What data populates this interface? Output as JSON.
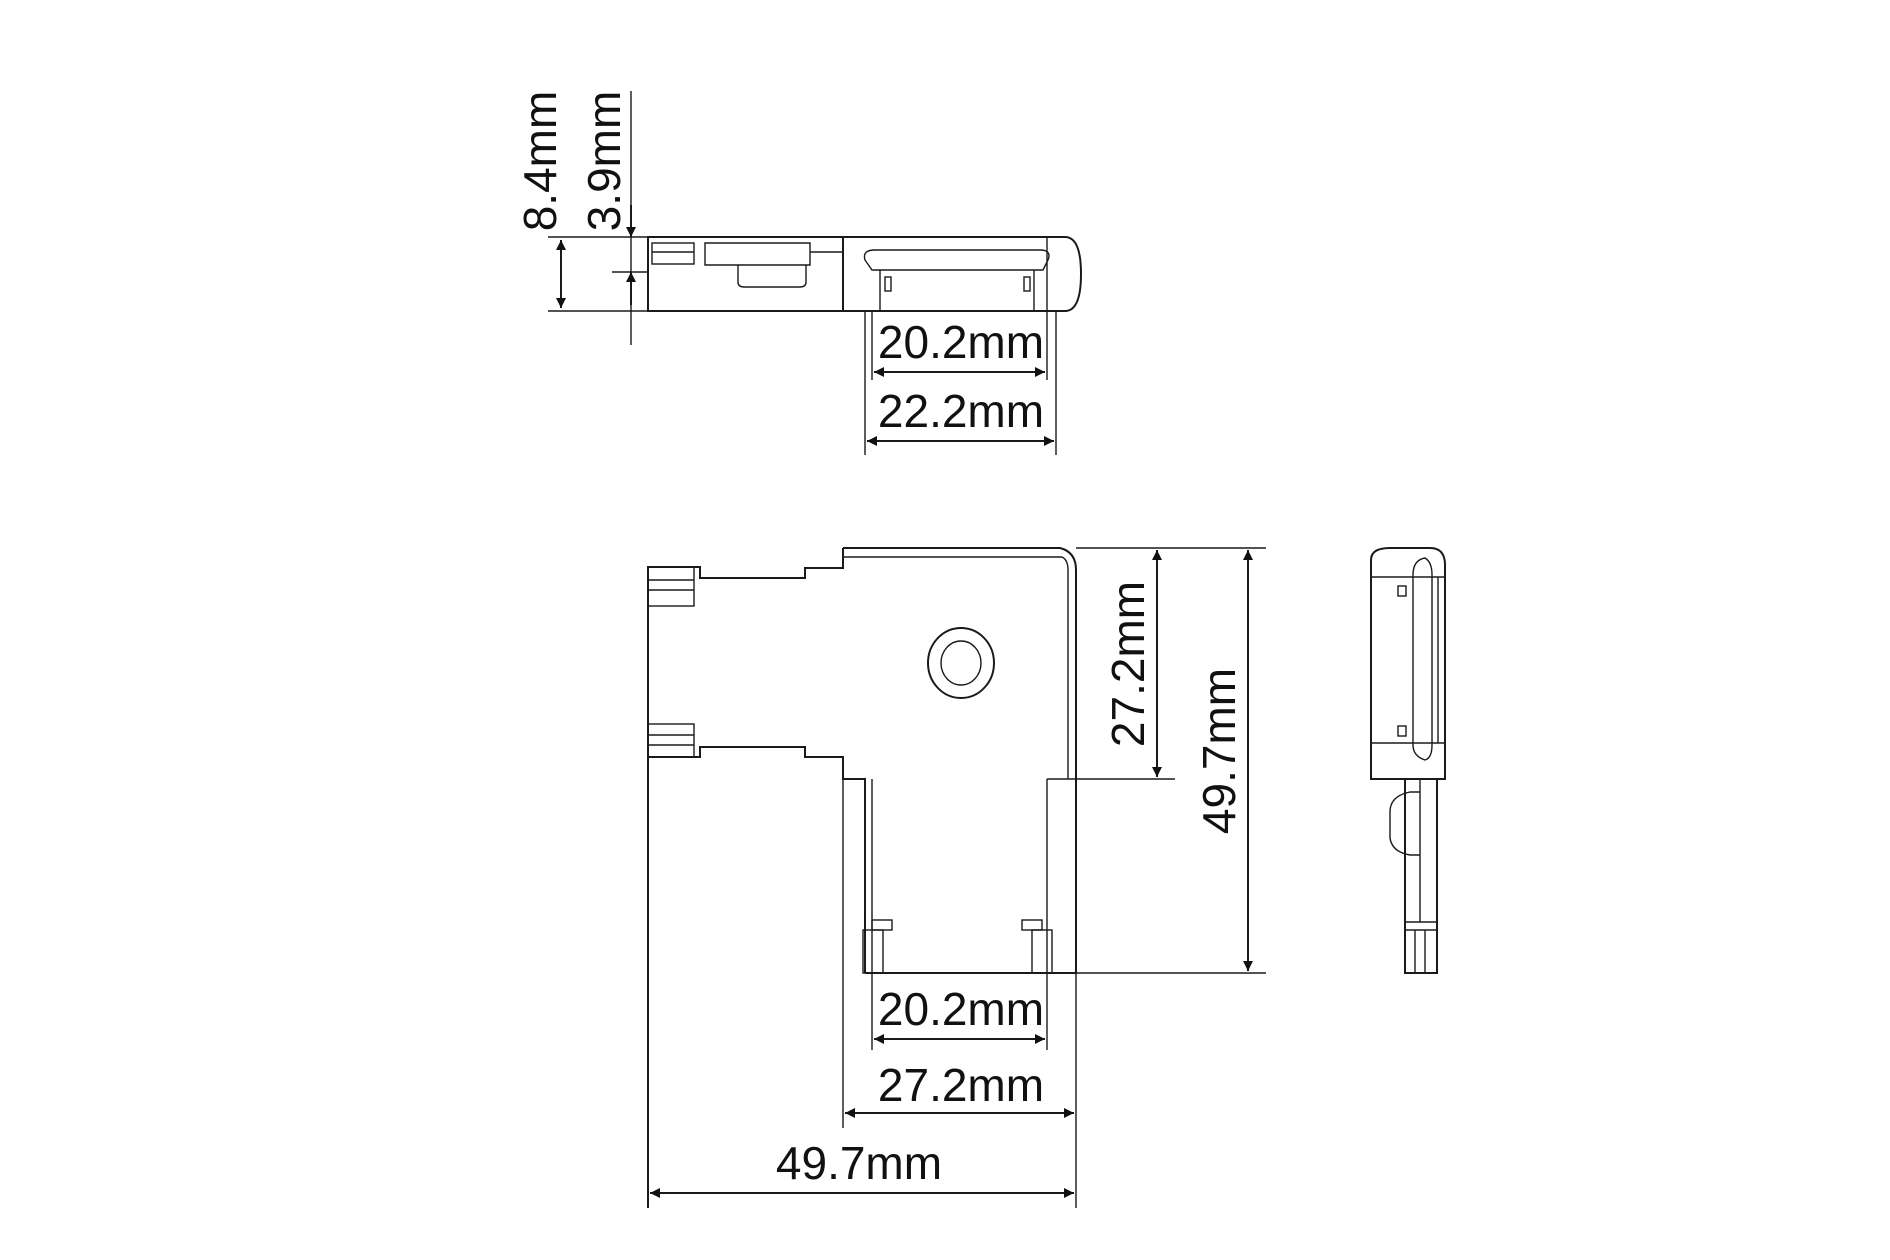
{
  "top_view": {
    "height_total": "8.4mm",
    "height_lower": "3.9mm",
    "inner_width": "20.2mm",
    "outer_width": "22.2mm"
  },
  "front_view": {
    "arm_height": "27.2mm",
    "total_height": "49.7mm",
    "inner_width": "20.2mm",
    "arm_width": "27.2mm",
    "total_width": "49.7mm"
  },
  "colors": {
    "line": "#1a1a1a",
    "background": "#ffffff"
  }
}
